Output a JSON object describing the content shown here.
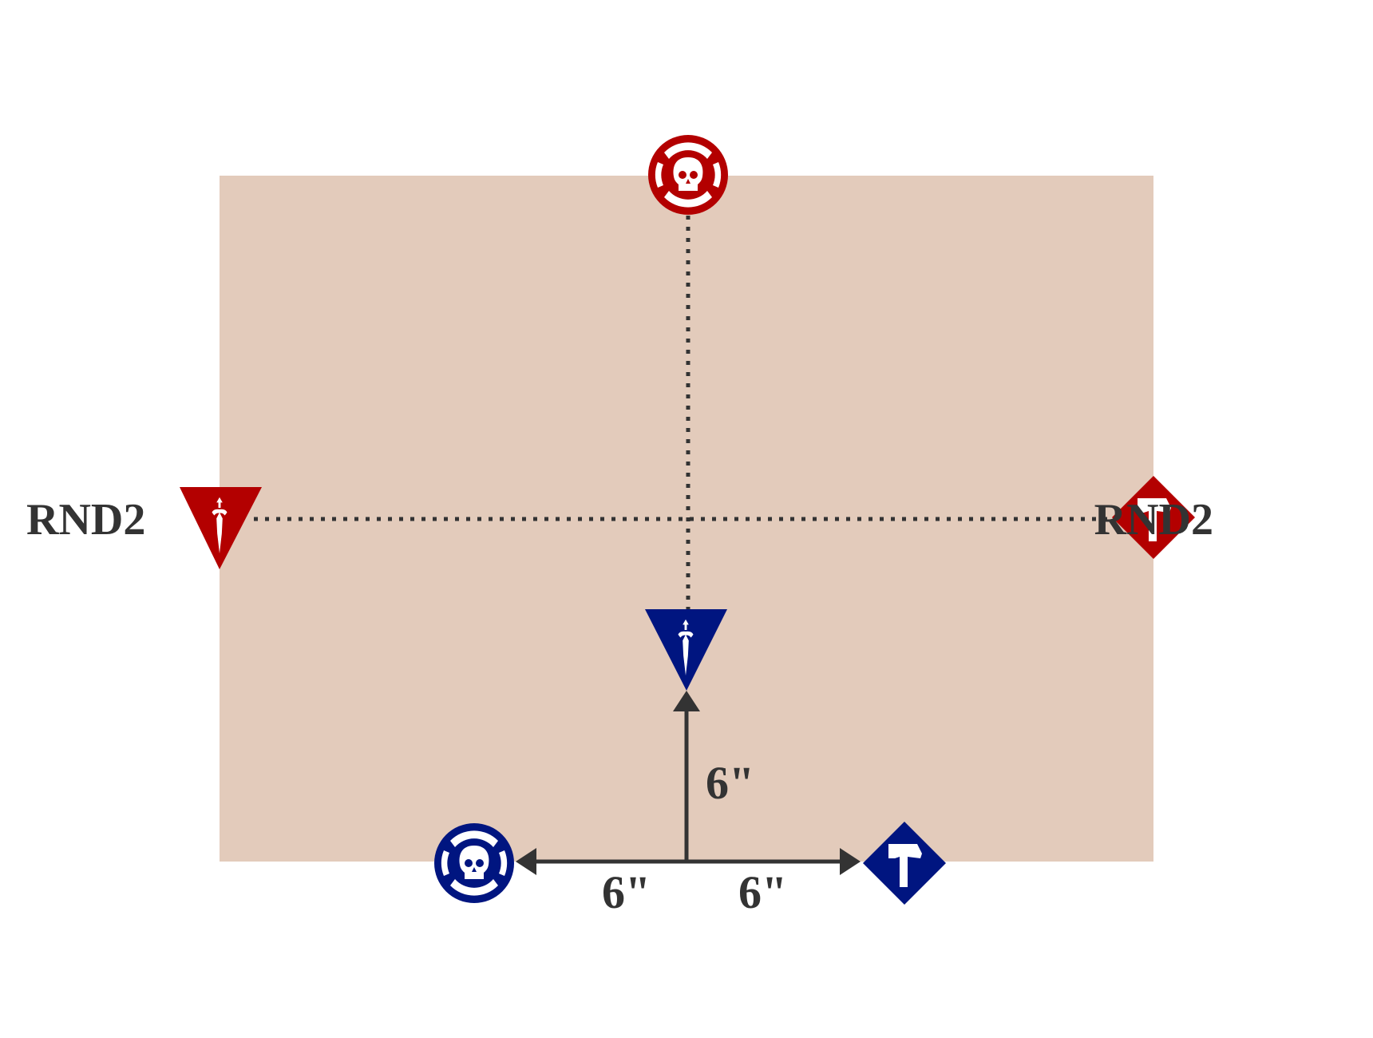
{
  "diagram": {
    "left_label": "RND2",
    "right_label": "RND2",
    "vertical_distance": "6\"",
    "left_distance": "6\"",
    "right_distance": "6\""
  },
  "colors": {
    "board": "#e3cbbb",
    "red_team": "#b30000",
    "blue_team": "#001580",
    "ink": "#333333"
  },
  "markers": [
    {
      "team": "red",
      "shape": "circle",
      "icon": "skull-icon"
    },
    {
      "team": "red",
      "shape": "triangle",
      "icon": "dagger-icon"
    },
    {
      "team": "red",
      "shape": "diamond",
      "icon": "hammer-icon"
    },
    {
      "team": "blue",
      "shape": "triangle",
      "icon": "dagger-icon"
    },
    {
      "team": "blue",
      "shape": "circle",
      "icon": "skull-icon"
    },
    {
      "team": "blue",
      "shape": "diamond",
      "icon": "hammer-icon"
    }
  ]
}
